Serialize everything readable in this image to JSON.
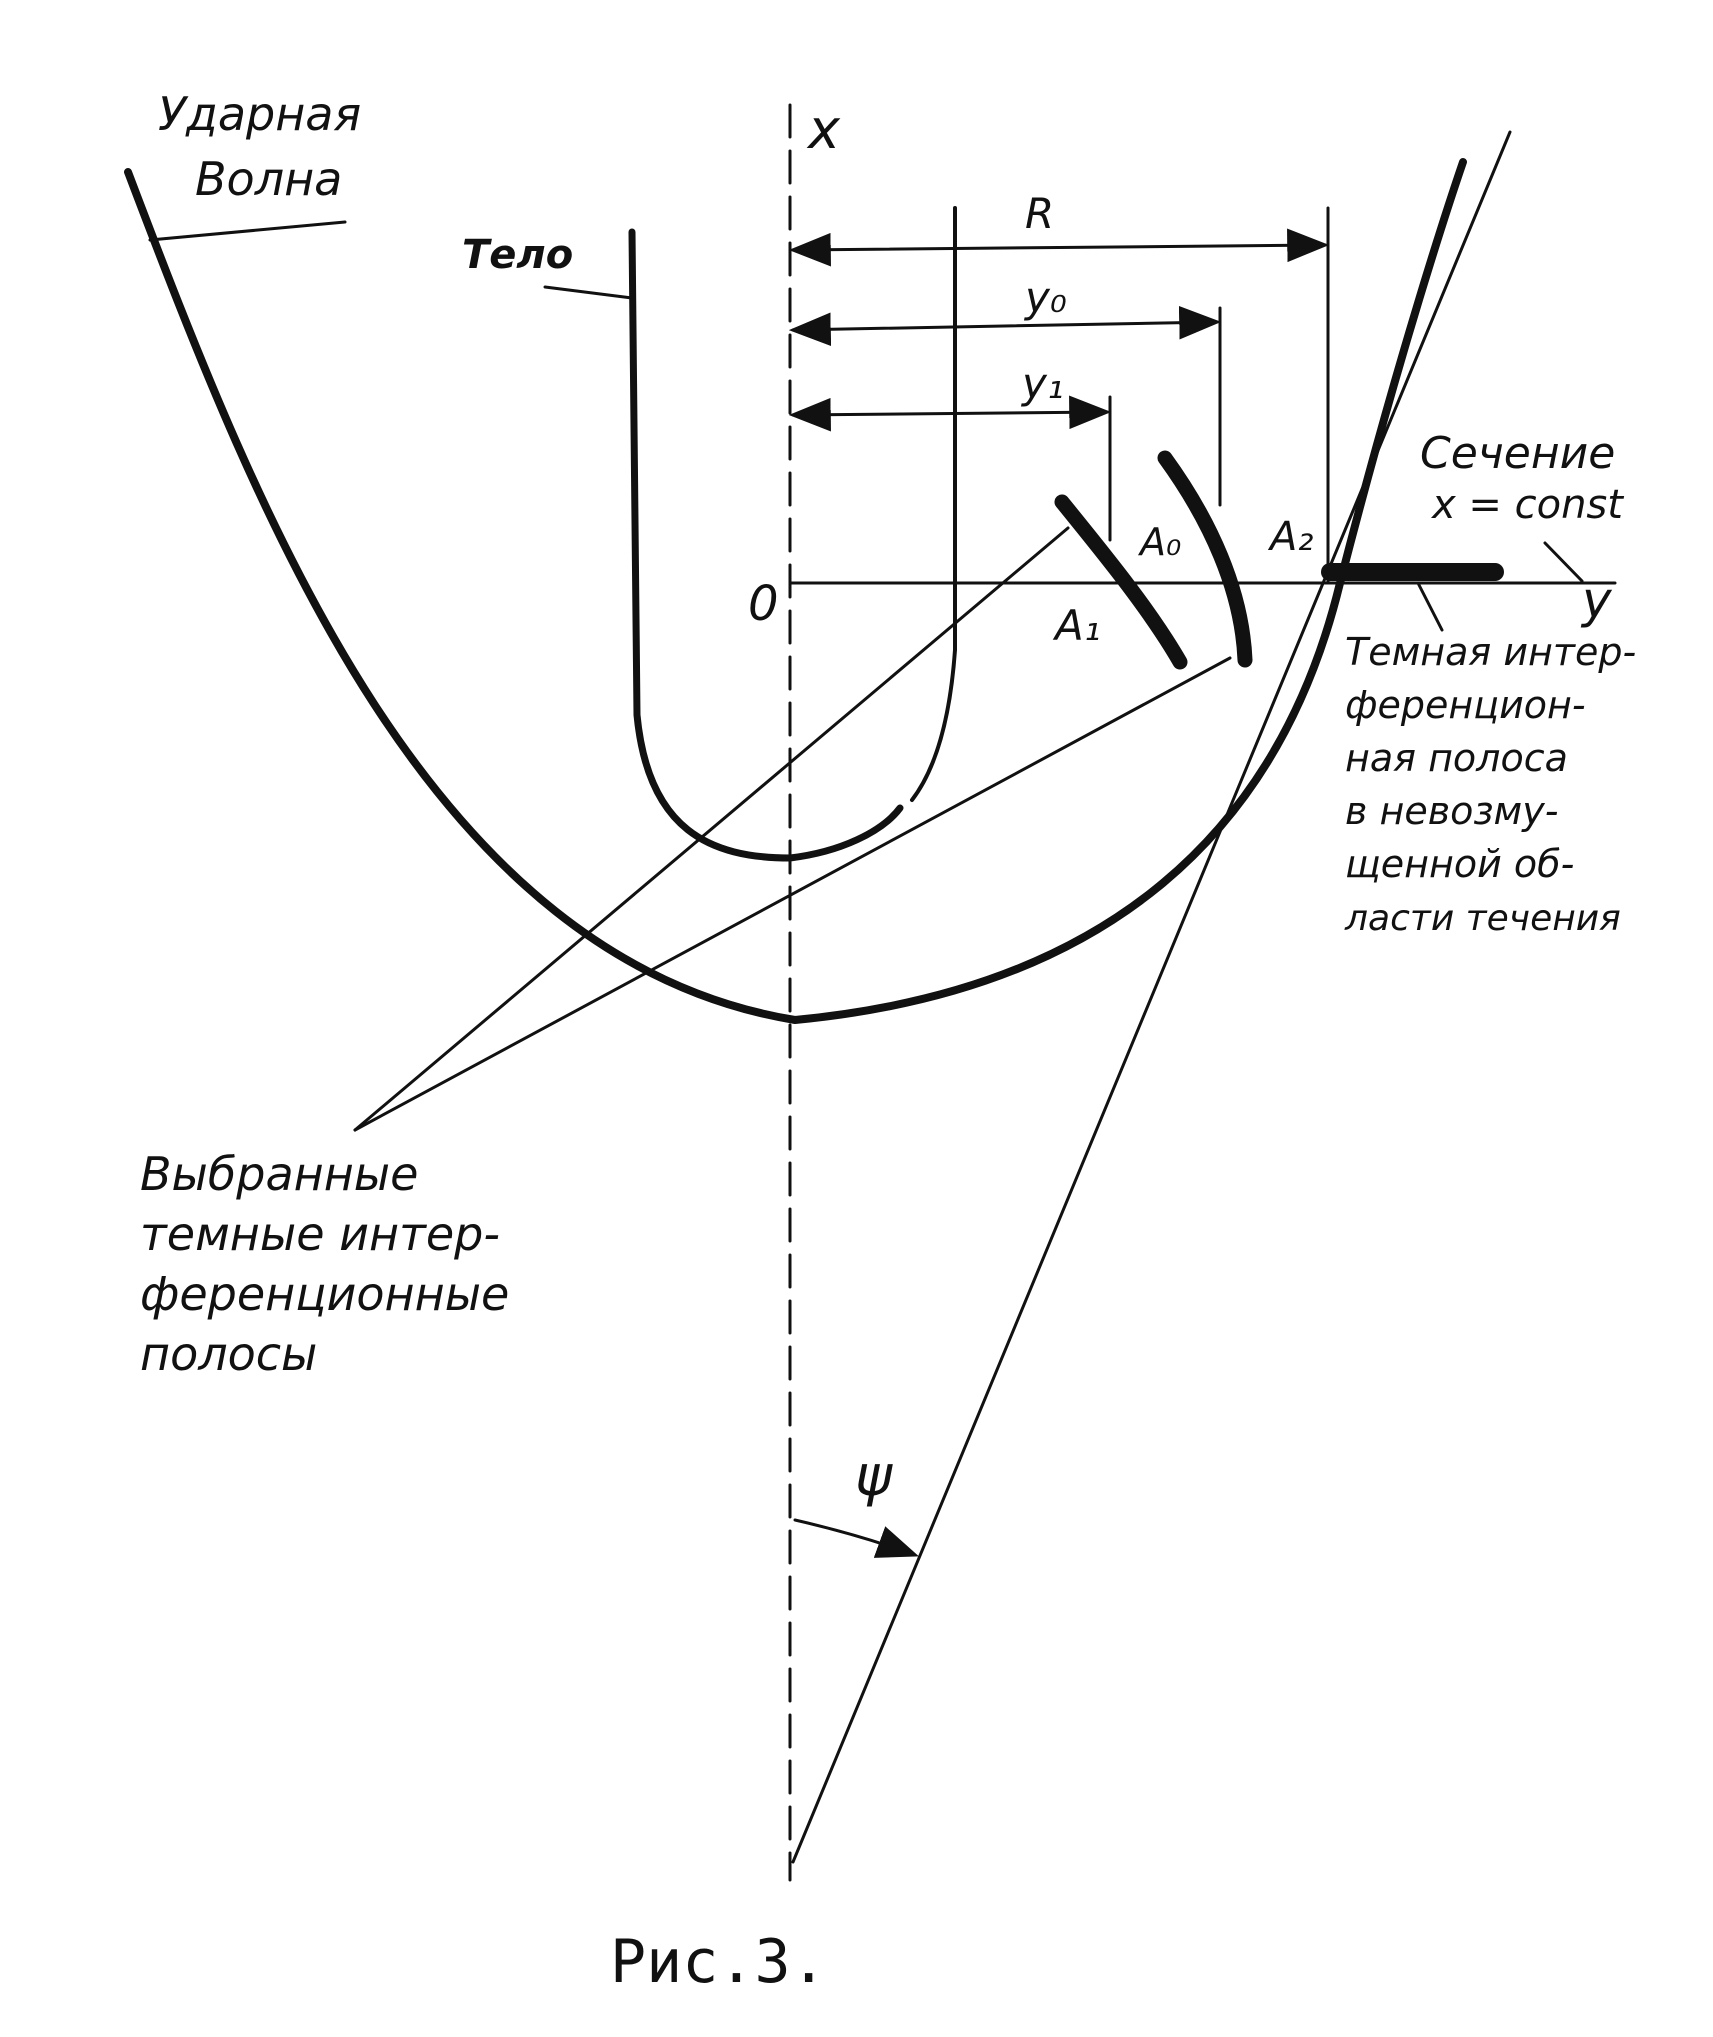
{
  "labels": {
    "shock_wave": [
      "Ударная",
      "Волна"
    ],
    "body": "Тело",
    "axis_x": "x",
    "axis_y": "y",
    "origin": "0",
    "dim_R": "R",
    "dim_y0": "y₀",
    "dim_y1": "y₁",
    "point_A0": "A₀",
    "point_A1": "A₁",
    "point_A2": "A₂",
    "section": [
      "Сечение",
      "x = const"
    ],
    "dark_fringe_undisturbed": [
      "Темная интер-",
      "ференцион-",
      "ная полоса",
      "в невозму-",
      "щенной об-",
      "ласти течения"
    ],
    "selected_fringes": [
      "Выбранные",
      "темные интер-",
      "ференционные",
      "полосы"
    ],
    "angle_psi": "ψ",
    "caption": "Рис.3."
  },
  "colors": {
    "ink": "#111111",
    "paper": "#ffffff"
  }
}
